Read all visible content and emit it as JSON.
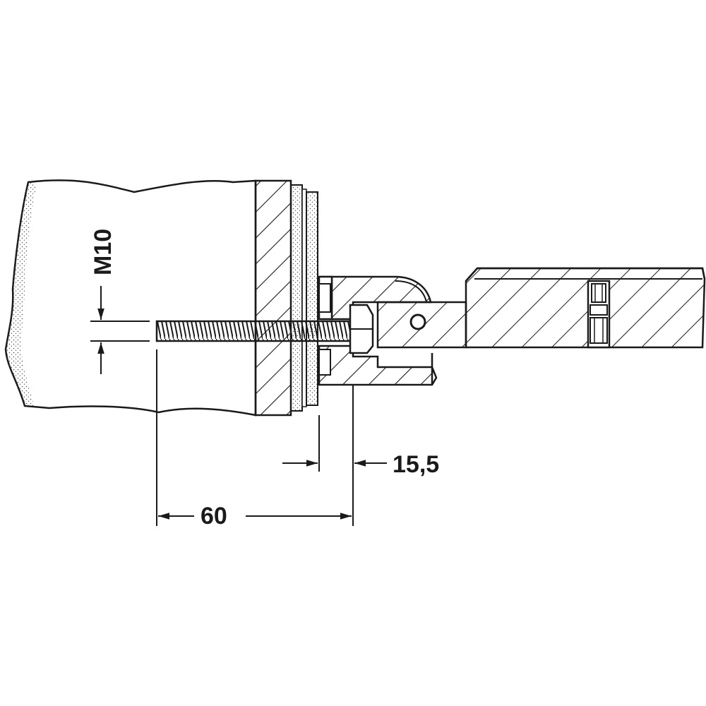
{
  "drawing": {
    "labels": {
      "thread_size": "M10",
      "distance_glass": "15,5",
      "bolt_length": "60"
    },
    "colors": {
      "line": "#1a1a1a",
      "background": "#ffffff",
      "stipple": "#555555"
    }
  }
}
